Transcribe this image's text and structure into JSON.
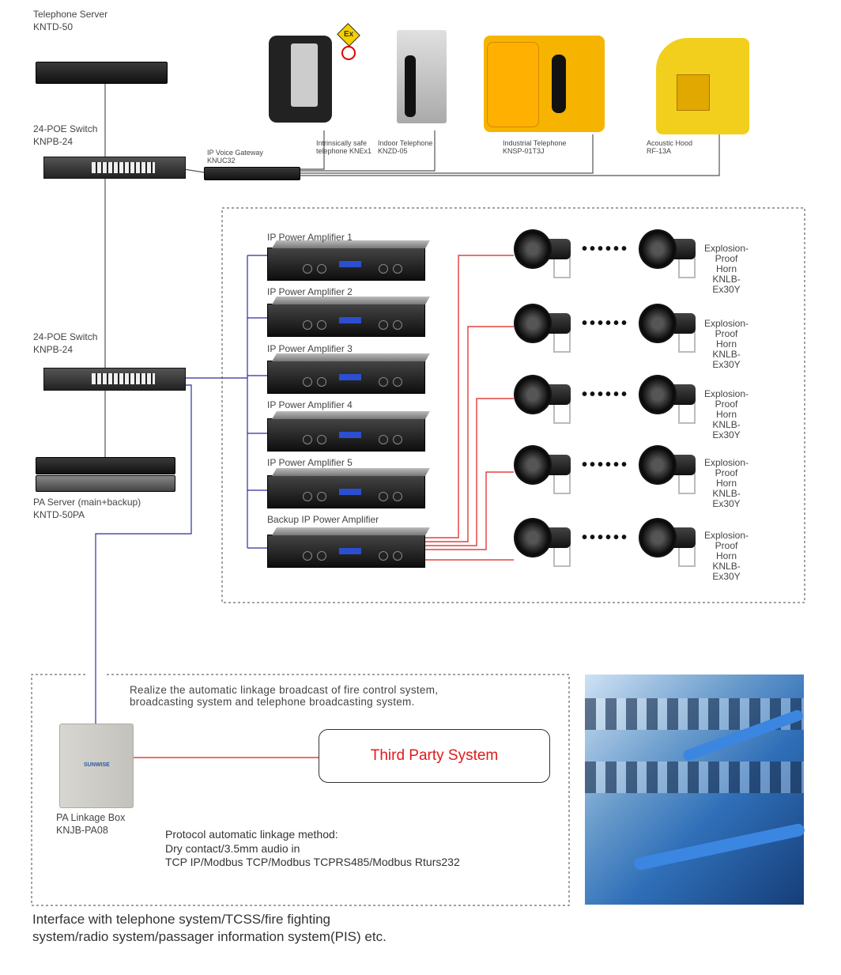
{
  "devices": {
    "telephone_server": {
      "name": "Telephone Server",
      "model": "KNTD-50"
    },
    "switch_top": {
      "name": "24-POE Switch",
      "model": "KNPB-24"
    },
    "gateway": {
      "name": "IP Voice Gateway",
      "model": "KNUC32"
    },
    "switch_mid": {
      "name": "24-POE Switch",
      "model": "KNPB-24"
    },
    "pa_server": {
      "name": "PA Server (main+backup)",
      "model": "KNTD-50PA"
    },
    "linkage_box": {
      "name": "PA Linkage Box",
      "model": "KNJB-PA08"
    }
  },
  "phones": [
    {
      "name": "Intrinsically safe",
      "model": "telephone KNEx1",
      "color": "#222222"
    },
    {
      "name": "Indoor Telephone",
      "model": "KNZD-05",
      "color": "#c8c8c8"
    },
    {
      "name": "Industrial Telephone",
      "model": "KNSP-01T3J",
      "color": "#f6b400"
    },
    {
      "name": "Acoustic Hood",
      "model": "RF-13A",
      "color": "#f2cf1c"
    }
  ],
  "ex_badge": "Ex",
  "amplifiers": [
    "IP Power Amplifier 1",
    "IP Power Amplifier 2",
    "IP Power Amplifier 3",
    "IP Power Amplifier 4",
    "IP Power Amplifier 5",
    "Backup IP Power Amplifier"
  ],
  "horn_rows": [
    {
      "name": "Explosion-Proof Horn",
      "model": "KNLB-Ex30Y"
    },
    {
      "name": "Explosion-Proof Horn",
      "model": "KNLB-Ex30Y"
    },
    {
      "name": "Explosion-Proof Horn",
      "model": "KNLB-Ex30Y"
    },
    {
      "name": "Explosion-Proof Horn",
      "model": "KNLB-Ex30Y"
    },
    {
      "name": "Explosion-Proof Horn",
      "model": "KNLB-Ex30Y"
    }
  ],
  "horn_dots": "••••••",
  "linkage": {
    "description_line1": "Realize the automatic linkage broadcast of fire control system,",
    "description_line2": "broadcasting system and telephone broadcasting system.",
    "third_party": "Third Party System",
    "protocol_line1": "Protocol automatic linkage method:",
    "protocol_line2": "Dry contact/3.5mm audio in",
    "protocol_line3": "TCP IP/Modbus TCP/Modbus TCPRS485/Modbus Rturs232"
  },
  "footer_line1": "Interface with telephone system/TCSS/fire fighting",
  "footer_line2": "system/radio system/passager information system(PIS) etc.",
  "colors": {
    "network_line": "#2b2f9a",
    "audio_line": "#e01a1a",
    "phone_line": "#555555",
    "third_party_text": "#e01a1a"
  }
}
